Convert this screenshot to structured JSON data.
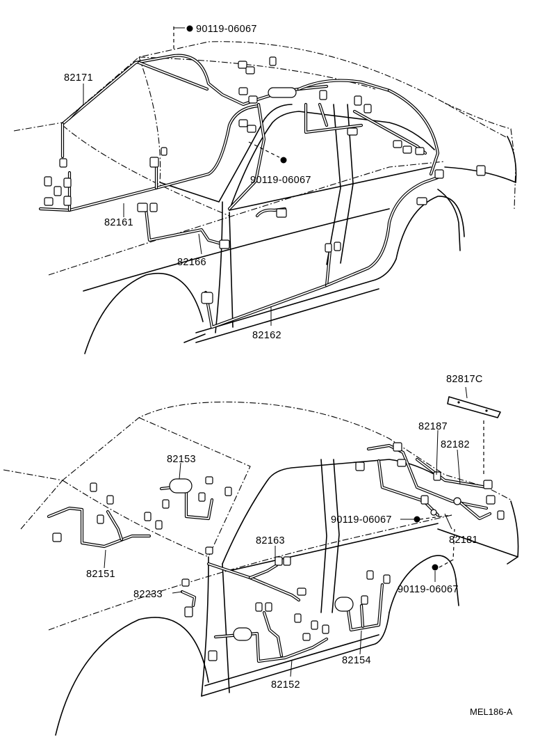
{
  "top_view": {
    "part_labels": [
      "82171",
      "82161",
      "82166",
      "82162"
    ],
    "fastener_labels": [
      "90119-06067",
      "90119-06067"
    ]
  },
  "bottom_view": {
    "part_labels": [
      "82817C",
      "82187",
      "82182",
      "82181",
      "82153",
      "82151",
      "82163",
      "82233",
      "82152",
      "82154"
    ],
    "fastener_labels": [
      "90119-06067",
      "90119-06067"
    ]
  },
  "figure_code": "MEL186-A"
}
